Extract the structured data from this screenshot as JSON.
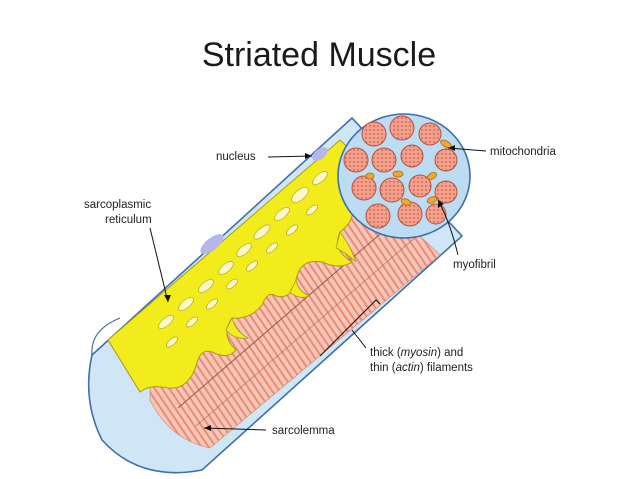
{
  "title": "Striated Muscle",
  "labels": {
    "nucleus": "nucleus",
    "mitochondria": "mitochondria",
    "sarcoplasmic_1": "sarcoplasmic",
    "sarcoplasmic_2": "reticulum",
    "myofibril": "myofibril",
    "filaments_line1_pre": "thick (",
    "filaments_line1_em": "myosin",
    "filaments_line1_post": ") and",
    "filaments_line2_pre": "thin (",
    "filaments_line2_em": "actin",
    "filaments_line2_post": ") filaments",
    "sarcolemma": "sarcolemma"
  },
  "colors": {
    "sarcolemma_fill": "#cfe6f7",
    "sarcolemma_stroke": "#3f6fa8",
    "reticulum": "#f2ec1c",
    "myofibril_fill": "#f3b3a0",
    "myofibril_stripe": "#e98c7a",
    "mitochondria": "#f0a830",
    "nucleus": "#b7b6ec"
  }
}
